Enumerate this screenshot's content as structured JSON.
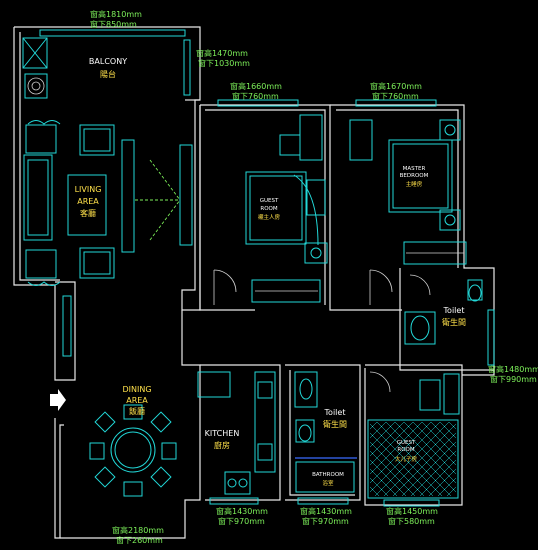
{
  "rooms": {
    "balcony": {
      "en": "BALCONY",
      "cn": "陽台"
    },
    "living": {
      "en1": "LIVING",
      "en2": "AREA",
      "cn": "客廳"
    },
    "guest1": {
      "en1": "GUEST",
      "en2": "ROOM",
      "cn": "襯主人房"
    },
    "master": {
      "en1": "MASTER",
      "en2": "BEDROOM",
      "cn": "主睡房"
    },
    "toilet1": {
      "en": "Toilet",
      "cn": "衛生間"
    },
    "dining": {
      "en1": "DINING",
      "en2": "AREA",
      "cn": "飯廳"
    },
    "kitchen": {
      "en": "KITCHEN",
      "cn": "廚房"
    },
    "toilet2": {
      "en": "Toilet",
      "cn": "衛生間"
    },
    "bathroom": {
      "en": "BATHROOM",
      "cn": "浴室"
    },
    "guest2": {
      "en1": "GUEST",
      "en2": "ROOM",
      "cn": "大儿子房"
    }
  },
  "windows": {
    "w1": {
      "h": "窗高1810mm",
      "s": "窗下850mm"
    },
    "w2": {
      "h": "窗高1470mm",
      "s": "窗下1030mm"
    },
    "w3": {
      "h": "窗高1660mm",
      "s": "窗下760mm"
    },
    "w4": {
      "h": "窗高1670mm",
      "s": "窗下760mm"
    },
    "w5": {
      "h": "窗高1480mm",
      "s": "窗下990mm"
    },
    "w6": {
      "h": "窗高2180mm",
      "s": "窗下260mm"
    },
    "w7": {
      "h": "窗高1430mm",
      "s": "窗下970mm"
    },
    "w8": {
      "h": "窗高1430mm",
      "s": "窗下970mm"
    },
    "w9": {
      "h": "窗高1450mm",
      "s": "窗下580mm"
    }
  },
  "colors": {
    "wall": "#e8e8e8",
    "window": "#22d8d8",
    "dimension": "#7df05a",
    "label": "#ffe14a",
    "entry_arrow": "#ffffff"
  },
  "icons": [
    "entry-arrow-icon"
  ]
}
